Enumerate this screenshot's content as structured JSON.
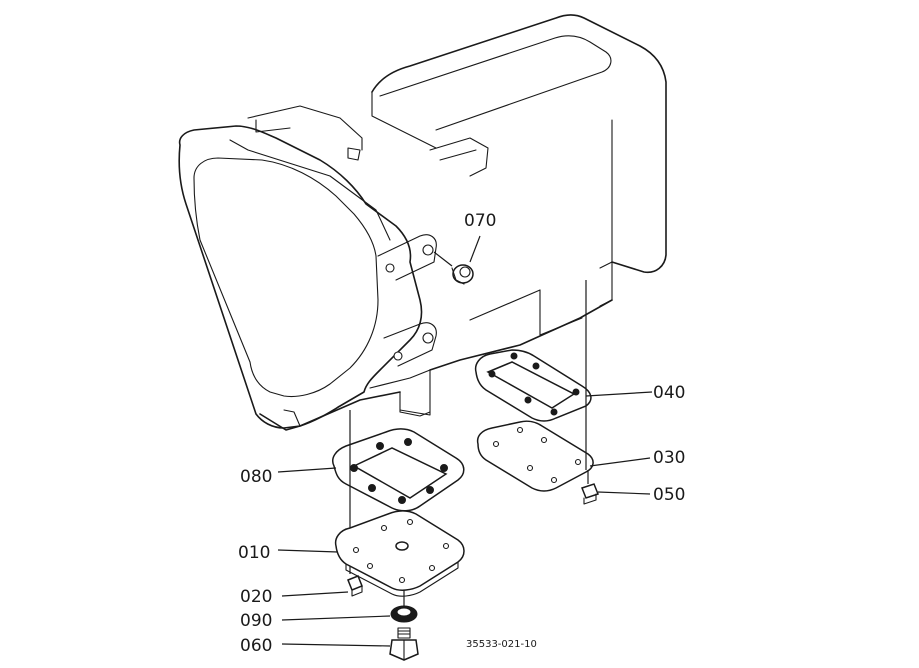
{
  "callouts": {
    "p070": "070",
    "p040": "040",
    "p030": "030",
    "p050": "050",
    "p080": "080",
    "p010": "010",
    "p020": "020",
    "p090": "090",
    "p060": "060"
  },
  "drawing_code": "35533-021-10"
}
